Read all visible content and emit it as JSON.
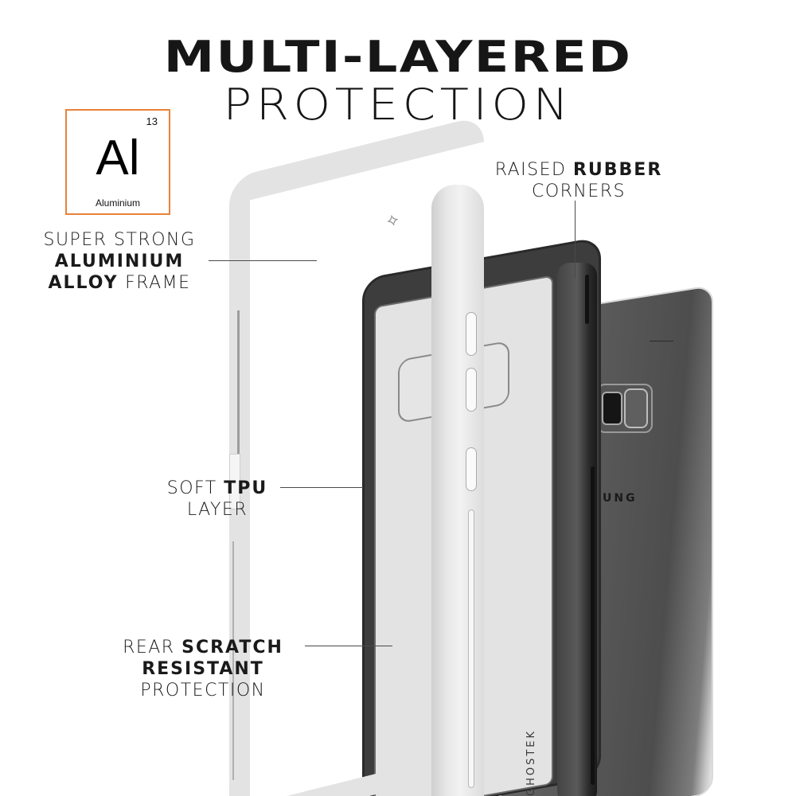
{
  "title": {
    "line1": "MULTI-LAYERED",
    "line2": "PROTECTION"
  },
  "element_tile": {
    "atomic_number": "13",
    "symbol": "Al",
    "name": "Aluminium",
    "border_color": "#e8823a"
  },
  "callouts": {
    "frame": {
      "line1": "SUPER STRONG",
      "line2_bold": "ALUMINIUM",
      "line3_bold": "ALLOY",
      "line3_light": "FRAME"
    },
    "corners": {
      "line1_light": "RAISED",
      "line1_bold": "RUBBER",
      "line2": "CORNERS"
    },
    "tpu": {
      "line1_light": "SOFT",
      "line1_bold": "TPU",
      "line2": "LAYER"
    },
    "rear": {
      "line1_light": "REAR",
      "line1_bold": "SCRATCH",
      "line2_bold": "RESISTANT",
      "line3": "PROTECTION"
    }
  },
  "product": {
    "case_brand": "GHOSTEK",
    "phone_brand_partial": "UNG",
    "frame_logo": "⟡",
    "colors": {
      "frame": "#e3e3e3",
      "tpu": "#3d3d3d",
      "phone": "#5a5a5a"
    }
  }
}
